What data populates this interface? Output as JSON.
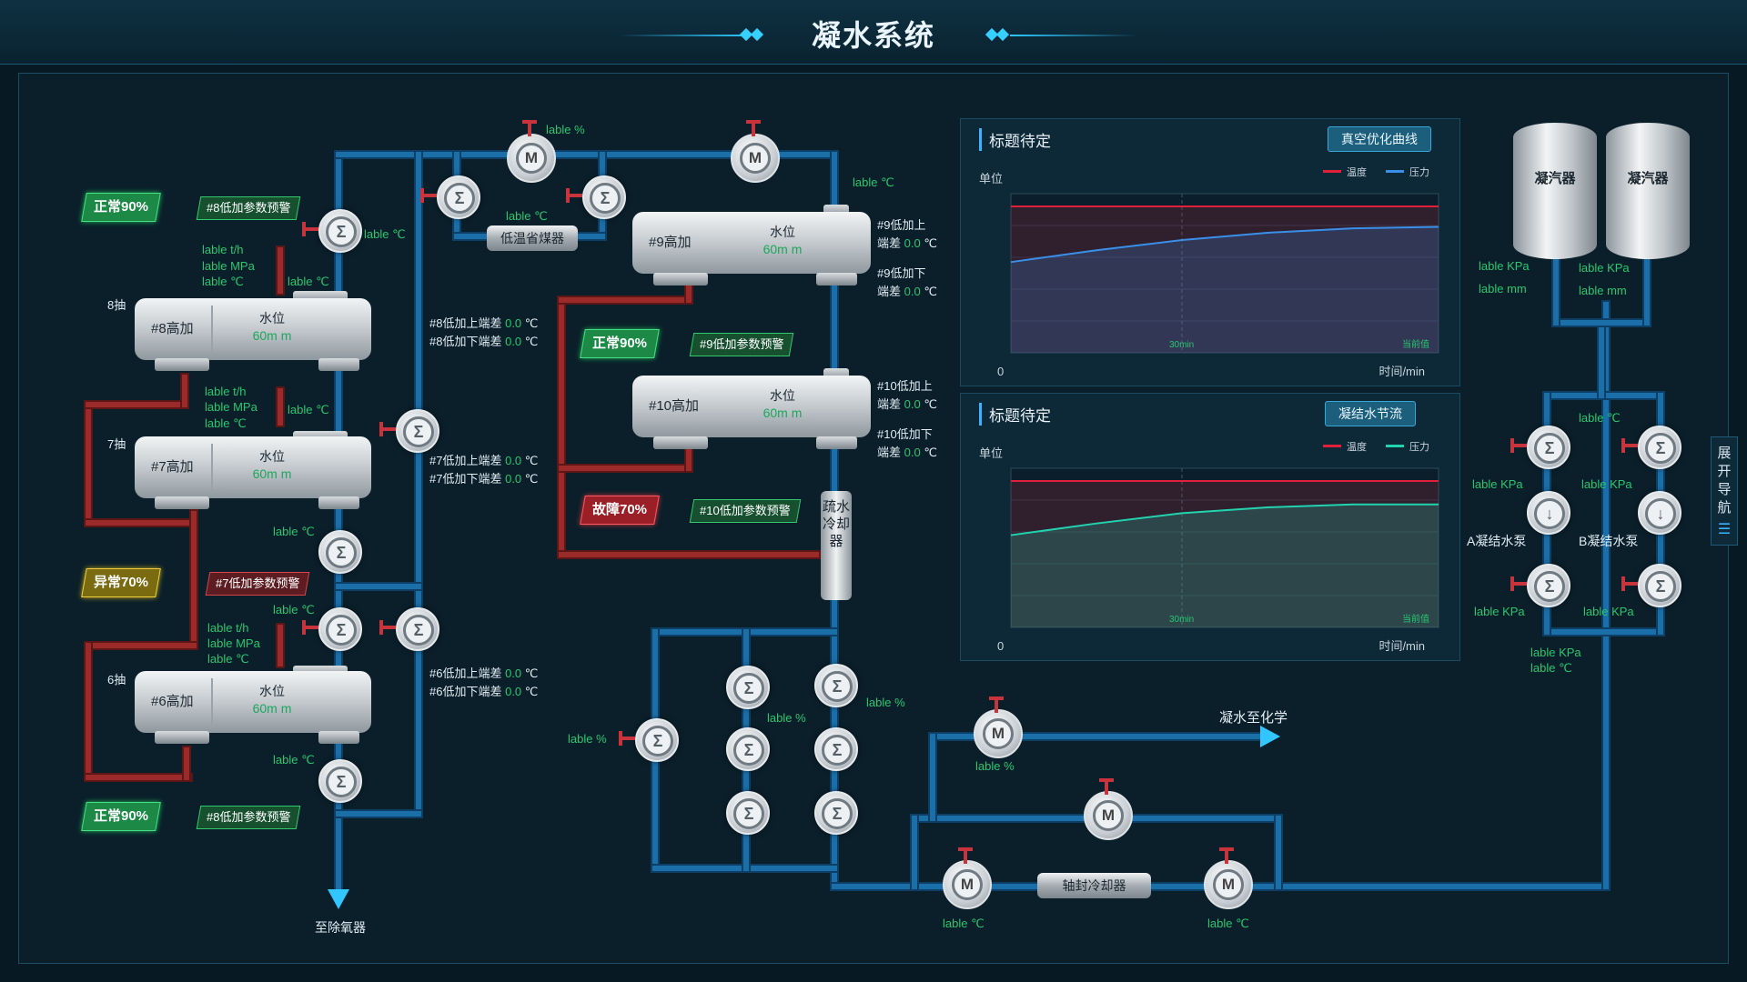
{
  "header": {
    "title": "凝水系统"
  },
  "nav": {
    "label": "展开导航"
  },
  "tanks": [
    {
      "name": "#8高加",
      "water_label": "水位",
      "water_value": "60m m",
      "extraction": "8抽"
    },
    {
      "name": "#7高加",
      "water_label": "水位",
      "water_value": "60m m",
      "extraction": "7抽"
    },
    {
      "name": "#6高加",
      "water_label": "水位",
      "water_value": "60m m",
      "extraction": "6抽"
    },
    {
      "name": "#9高加",
      "water_label": "水位",
      "water_value": "60m m"
    },
    {
      "name": "#10高加",
      "water_label": "水位",
      "water_value": "60m m"
    }
  ],
  "badges": {
    "top_left": "正常90%",
    "middle_left": "异常70%",
    "bottom_left": "正常90%",
    "center_top": "正常90%",
    "center_bottom": "故障70%"
  },
  "warnings": {
    "w1": "#8低加参数预警",
    "w2": "#7低加参数预警",
    "w3": "#8低加参数预警",
    "w4": "#9低加参数预警",
    "w5": "#10低加参数预警"
  },
  "equipment": {
    "low_temp_economizer": "低温省煤器",
    "drain_cooler": "疏水冷却器",
    "shaft_seal_cooler": "轴封冷却器",
    "condenser_a": "凝汽器",
    "condenser_b": "凝汽器",
    "pump_a": "A凝结水泵",
    "pump_b": "B凝结水泵"
  },
  "flow_labels": {
    "to_deaerator": "至除氧器",
    "to_chemistry": "凝水至化学"
  },
  "readings": {
    "lable_pct": "lable %",
    "lable_c": "lable ℃",
    "lable_th": "lable t/h",
    "lable_mpa": "lable MPa",
    "lable_kpa": "lable KPa",
    "lable_mm": "lable mm"
  },
  "diffs": {
    "h8_up": "#8低加上端差",
    "h8_down": "#8低加下端差",
    "h7_up": "#7低加上端差",
    "h7_down": "#7低加下端差",
    "h6_up": "#6低加上端差",
    "h6_down": "#6低加下端差",
    "h9_up": "#9低加上",
    "h9_up2": "端差",
    "h9_down": "#9低加下",
    "h9_down2": "端差",
    "h10_up": "#10低加上",
    "h10_up2": "端差",
    "h10_down": "#10低加下",
    "h10_down2": "端差",
    "value": "0.0",
    "unit": "℃"
  },
  "chart_data": [
    {
      "type": "area",
      "title": "标题待定",
      "button": "真空优化曲线",
      "ylabel": "单位",
      "xlabel": "时间/min",
      "y_origin": "0",
      "tick_labels": [
        "30min",
        "当前值"
      ],
      "legend": [
        "温度",
        "压力"
      ],
      "colors": {
        "温度": "#e0203a",
        "压力": "#3a8fe8"
      },
      "series": [
        {
          "name": "温度",
          "values": [
            1.0,
            1.0,
            1.0,
            1.0,
            1.0,
            1.0
          ]
        },
        {
          "name": "压力",
          "values": [
            0.62,
            0.7,
            0.77,
            0.82,
            0.85,
            0.86
          ]
        }
      ]
    },
    {
      "type": "area",
      "title": "标题待定",
      "button": "凝结水节流",
      "ylabel": "单位",
      "xlabel": "时间/min",
      "y_origin": "0",
      "tick_labels": [
        "30min",
        "当前值"
      ],
      "legend": [
        "温度",
        "压力"
      ],
      "colors": {
        "温度": "#e0203a",
        "压力": "#22d3b0"
      },
      "series": [
        {
          "name": "温度",
          "values": [
            1.0,
            1.0,
            1.0,
            1.0,
            1.0,
            1.0
          ]
        },
        {
          "name": "压力",
          "values": [
            0.63,
            0.71,
            0.78,
            0.82,
            0.84,
            0.84
          ]
        }
      ]
    }
  ]
}
